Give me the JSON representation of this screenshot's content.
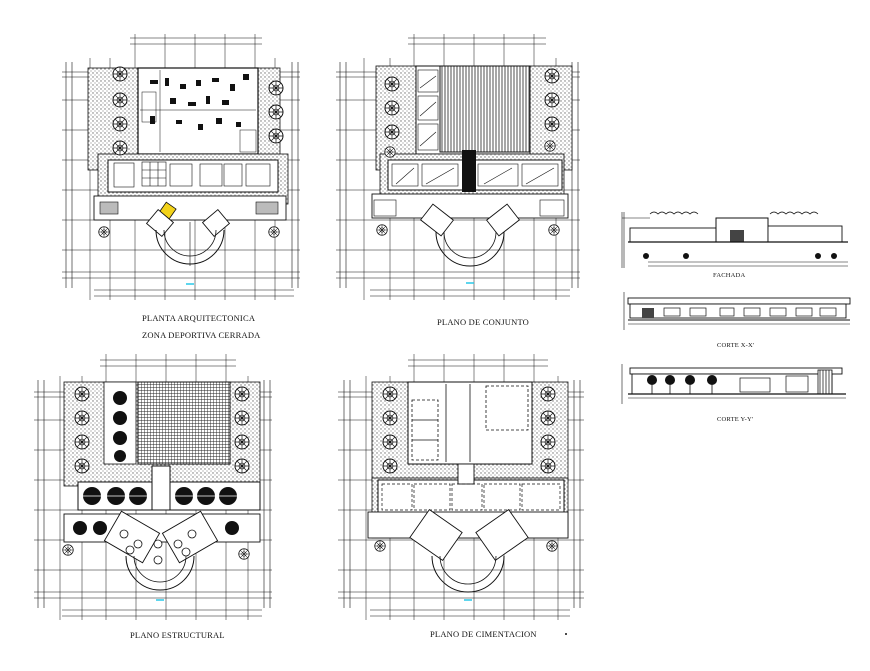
{
  "sheet": {
    "colors": {
      "ink": "#111111",
      "hatch": "#8a8a8a",
      "paper": "#ffffff",
      "accent": "#29c8e8",
      "highlight": "#f2d21a"
    }
  },
  "drawings": {
    "planta_title": "PLANTA ARQUITECTONICA",
    "planta_subtitle": "ZONA DEPORTIVA CERRADA",
    "conjunto_title": "PLANO DE CONJUNTO",
    "estructural_title": "PLANO ESTRUCTURAL",
    "cimentacion_title": "PLANO DE CIMENTACION",
    "fachada_title": "FACHADA",
    "corte_x_title": "CORTE X-X'",
    "corte_y_title": "CORTE Y-Y'"
  }
}
